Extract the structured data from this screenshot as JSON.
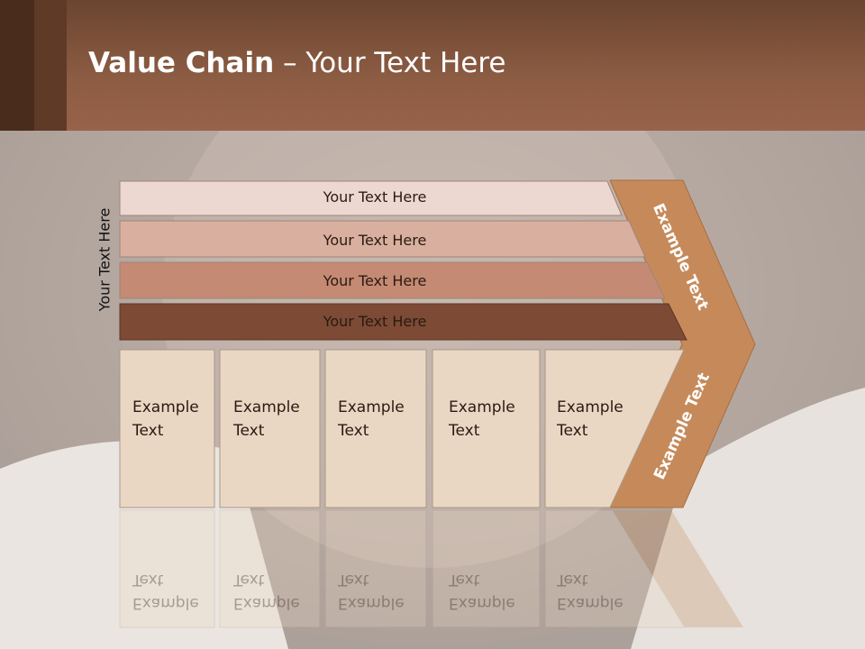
{
  "slide": {
    "title_bold": "Value Chain",
    "title_rest": " – Your Text Here",
    "side_label": "Your Text Here"
  },
  "bars": [
    {
      "label": "Your Text Here"
    },
    {
      "label": "Your Text Here"
    },
    {
      "label": "Your Text Here"
    },
    {
      "label": "Your Text Here"
    }
  ],
  "boxes": [
    {
      "line1": "Example",
      "line2": "Text"
    },
    {
      "line1": "Example",
      "line2": "Text"
    },
    {
      "line1": "Example",
      "line2": "Text"
    },
    {
      "line1": "Example",
      "line2": "Text"
    },
    {
      "line1": "Example",
      "line2": "Text"
    }
  ],
  "chevron": {
    "upper_label": "Example Text",
    "lower_label": "Example Text"
  },
  "colors": {
    "header": "#8c5c43",
    "bar1": "#ecd8d0",
    "bar2": "#d9b09f",
    "bar3": "#c48a73",
    "bar4": "#7c4a35",
    "box": "#ead7c3",
    "chevron": "#c68a5a"
  }
}
